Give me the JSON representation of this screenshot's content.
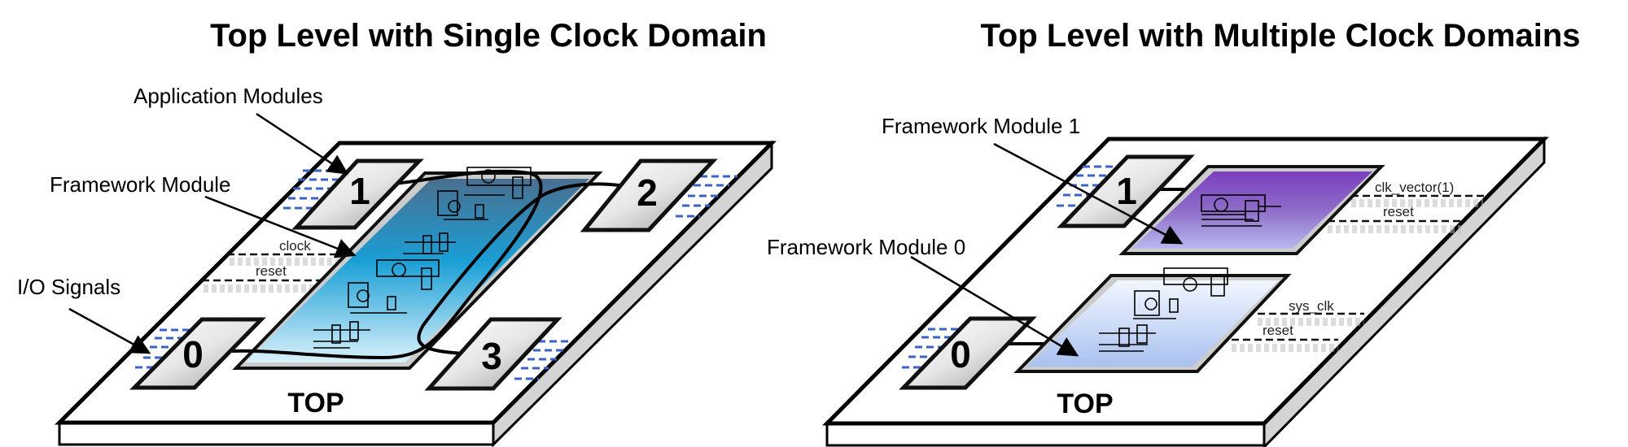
{
  "left": {
    "title": "Top Level with Single Clock Domain",
    "callouts": {
      "application_modules": "Application Modules",
      "framework_module": "Framework Module",
      "io_signals": "I/O Signals"
    },
    "signals": {
      "clock": "clock",
      "reset": "reset"
    },
    "modules": [
      "0",
      "1",
      "2",
      "3"
    ],
    "board_label": "TOP"
  },
  "right": {
    "title": "Top Level with Multiple Clock Domains",
    "callouts": {
      "framework_module_1": "Framework Module 1",
      "framework_module_0": "Framework Module 0"
    },
    "signals": {
      "clk_vector": "clk_vector(1)",
      "reset_1": "reset",
      "sys_clk": "sys_clk",
      "reset_0": "reset"
    },
    "modules": [
      "0",
      "1"
    ],
    "board_label": "TOP"
  },
  "colors": {
    "framework_blue": "#1a9fd6",
    "framework_purple": "#8a55c9",
    "framework_lightblue": "#c8dcf6",
    "io_dash": "#3b63c4"
  }
}
